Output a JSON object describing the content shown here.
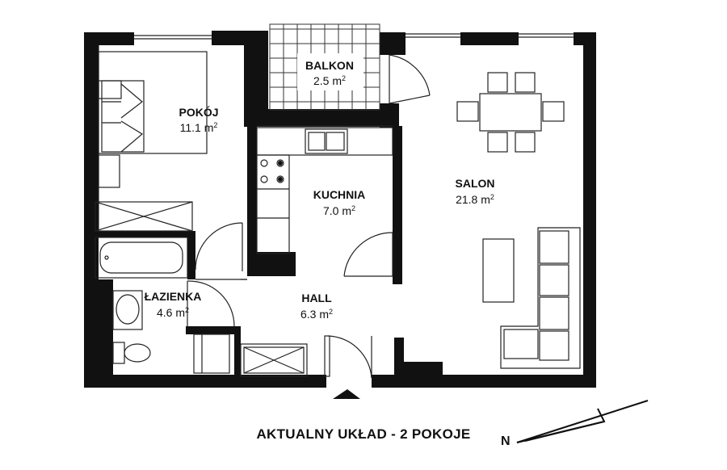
{
  "rooms": {
    "pokoj": {
      "name": "POKÓJ",
      "area_num": "11.1",
      "unit": "m",
      "sup": "2"
    },
    "balkon": {
      "name": "BALKON",
      "area_num": "2.5",
      "unit": "m",
      "sup": "2"
    },
    "kuchnia": {
      "name": "KUCHNIA",
      "area_num": "7.0",
      "unit": "m",
      "sup": "2"
    },
    "salon": {
      "name": "SALON",
      "area_num": "21.8",
      "unit": "m",
      "sup": "2"
    },
    "lazienka": {
      "name": "ŁAZIENKA",
      "area_num": "4.6",
      "unit": "m",
      "sup": "2"
    },
    "hall": {
      "name": "HALL",
      "area_num": "6.3",
      "unit": "m",
      "sup": "2"
    }
  },
  "caption": "AKTUALNY UKŁAD - 2 POKOJE",
  "north_label": "N",
  "colors": {
    "wall": "#111111",
    "line": "#222222",
    "background": "#ffffff"
  }
}
